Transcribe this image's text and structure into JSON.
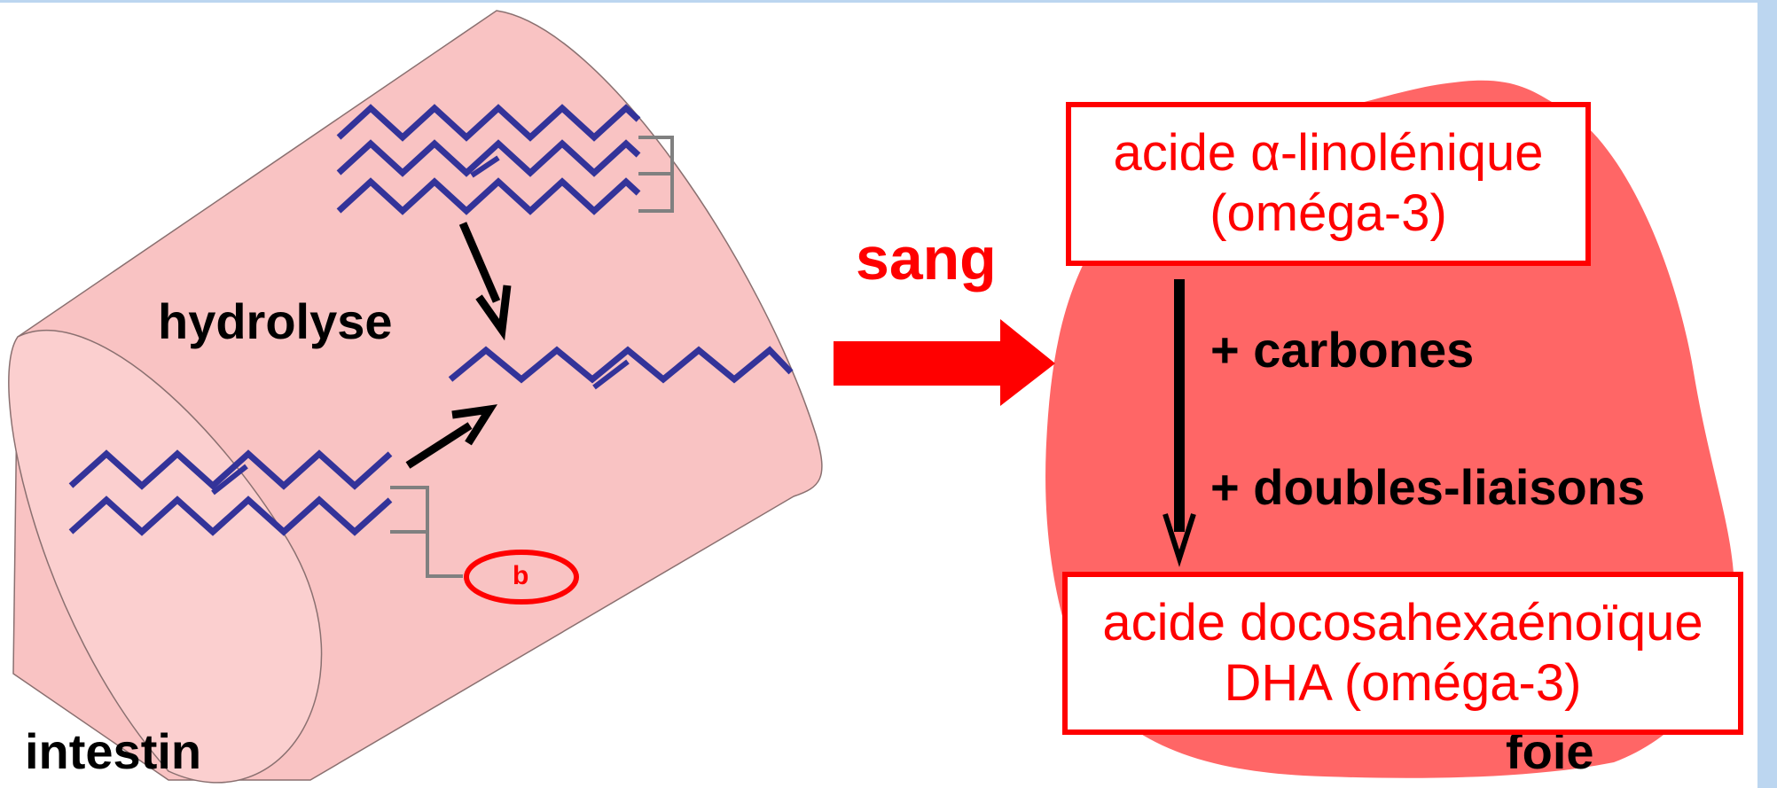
{
  "labels": {
    "hydrolysis": "hydrolyse",
    "intestine": "intestin",
    "blood": "sang",
    "liver": "foie",
    "add_carbons": "+ carbones",
    "add_double_bonds": "+ doubles-liaisons",
    "glycerol_marker": "b"
  },
  "boxes": {
    "source": {
      "line1": "acide α-linolénique",
      "line2": "(oméga-3)"
    },
    "product": {
      "line1": "acide docosahexaénoïque",
      "line2": "DHA (oméga-3)"
    }
  },
  "colors": {
    "intestine_fill": "#f9c3c3",
    "liver_fill": "#ff6666",
    "chain": "#333399",
    "glycerol": "#808080",
    "accent_red": "#ff0000",
    "frame_blue": "#bcd6f0"
  }
}
